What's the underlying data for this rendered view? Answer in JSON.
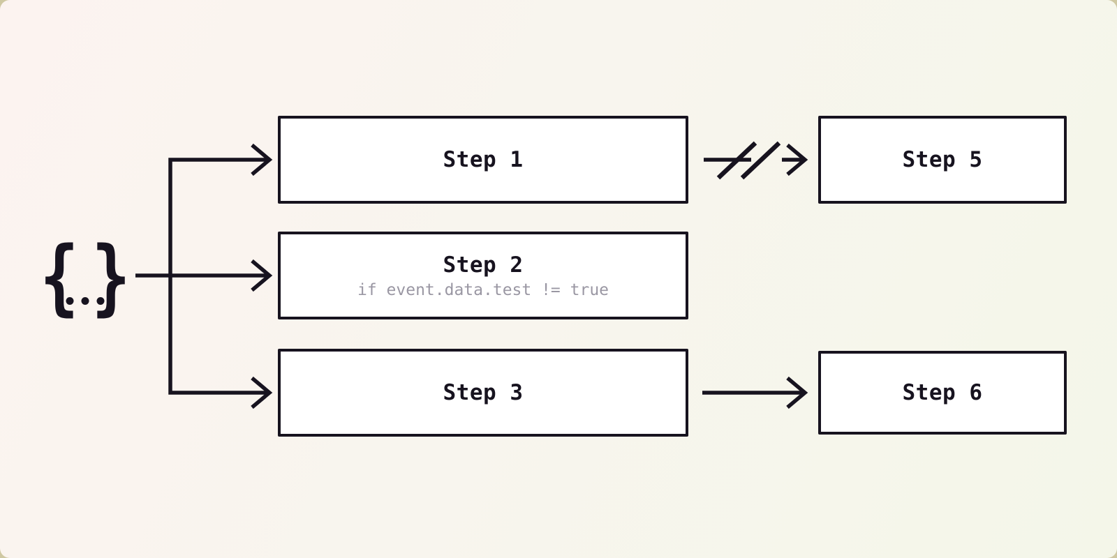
{
  "colors": {
    "ink": "#17131f",
    "node-fill": "#ffffff",
    "muted": "#9a97a3",
    "bg-start": "#fcf3f0",
    "bg-mid": "#f8f5ee",
    "bg-end": "#f4f6e9",
    "page-behind": "#cfc8a2"
  },
  "source": {
    "name": "event-payload",
    "open_brace": "{",
    "close_brace": "}"
  },
  "steps": {
    "step1": {
      "label": "Step 1"
    },
    "step2": {
      "label": "Step 2",
      "condition": "if event.data.test != true"
    },
    "step3": {
      "label": "Step 3"
    },
    "step5": {
      "label": "Step 5"
    },
    "step6": {
      "label": "Step 6"
    }
  },
  "edges": [
    {
      "from": "event-payload",
      "to": "step1",
      "type": "normal"
    },
    {
      "from": "event-payload",
      "to": "step2",
      "type": "normal"
    },
    {
      "from": "event-payload",
      "to": "step3",
      "type": "normal"
    },
    {
      "from": "step1",
      "to": "step5",
      "type": "cancelled"
    },
    {
      "from": "step3",
      "to": "step6",
      "type": "normal"
    }
  ]
}
